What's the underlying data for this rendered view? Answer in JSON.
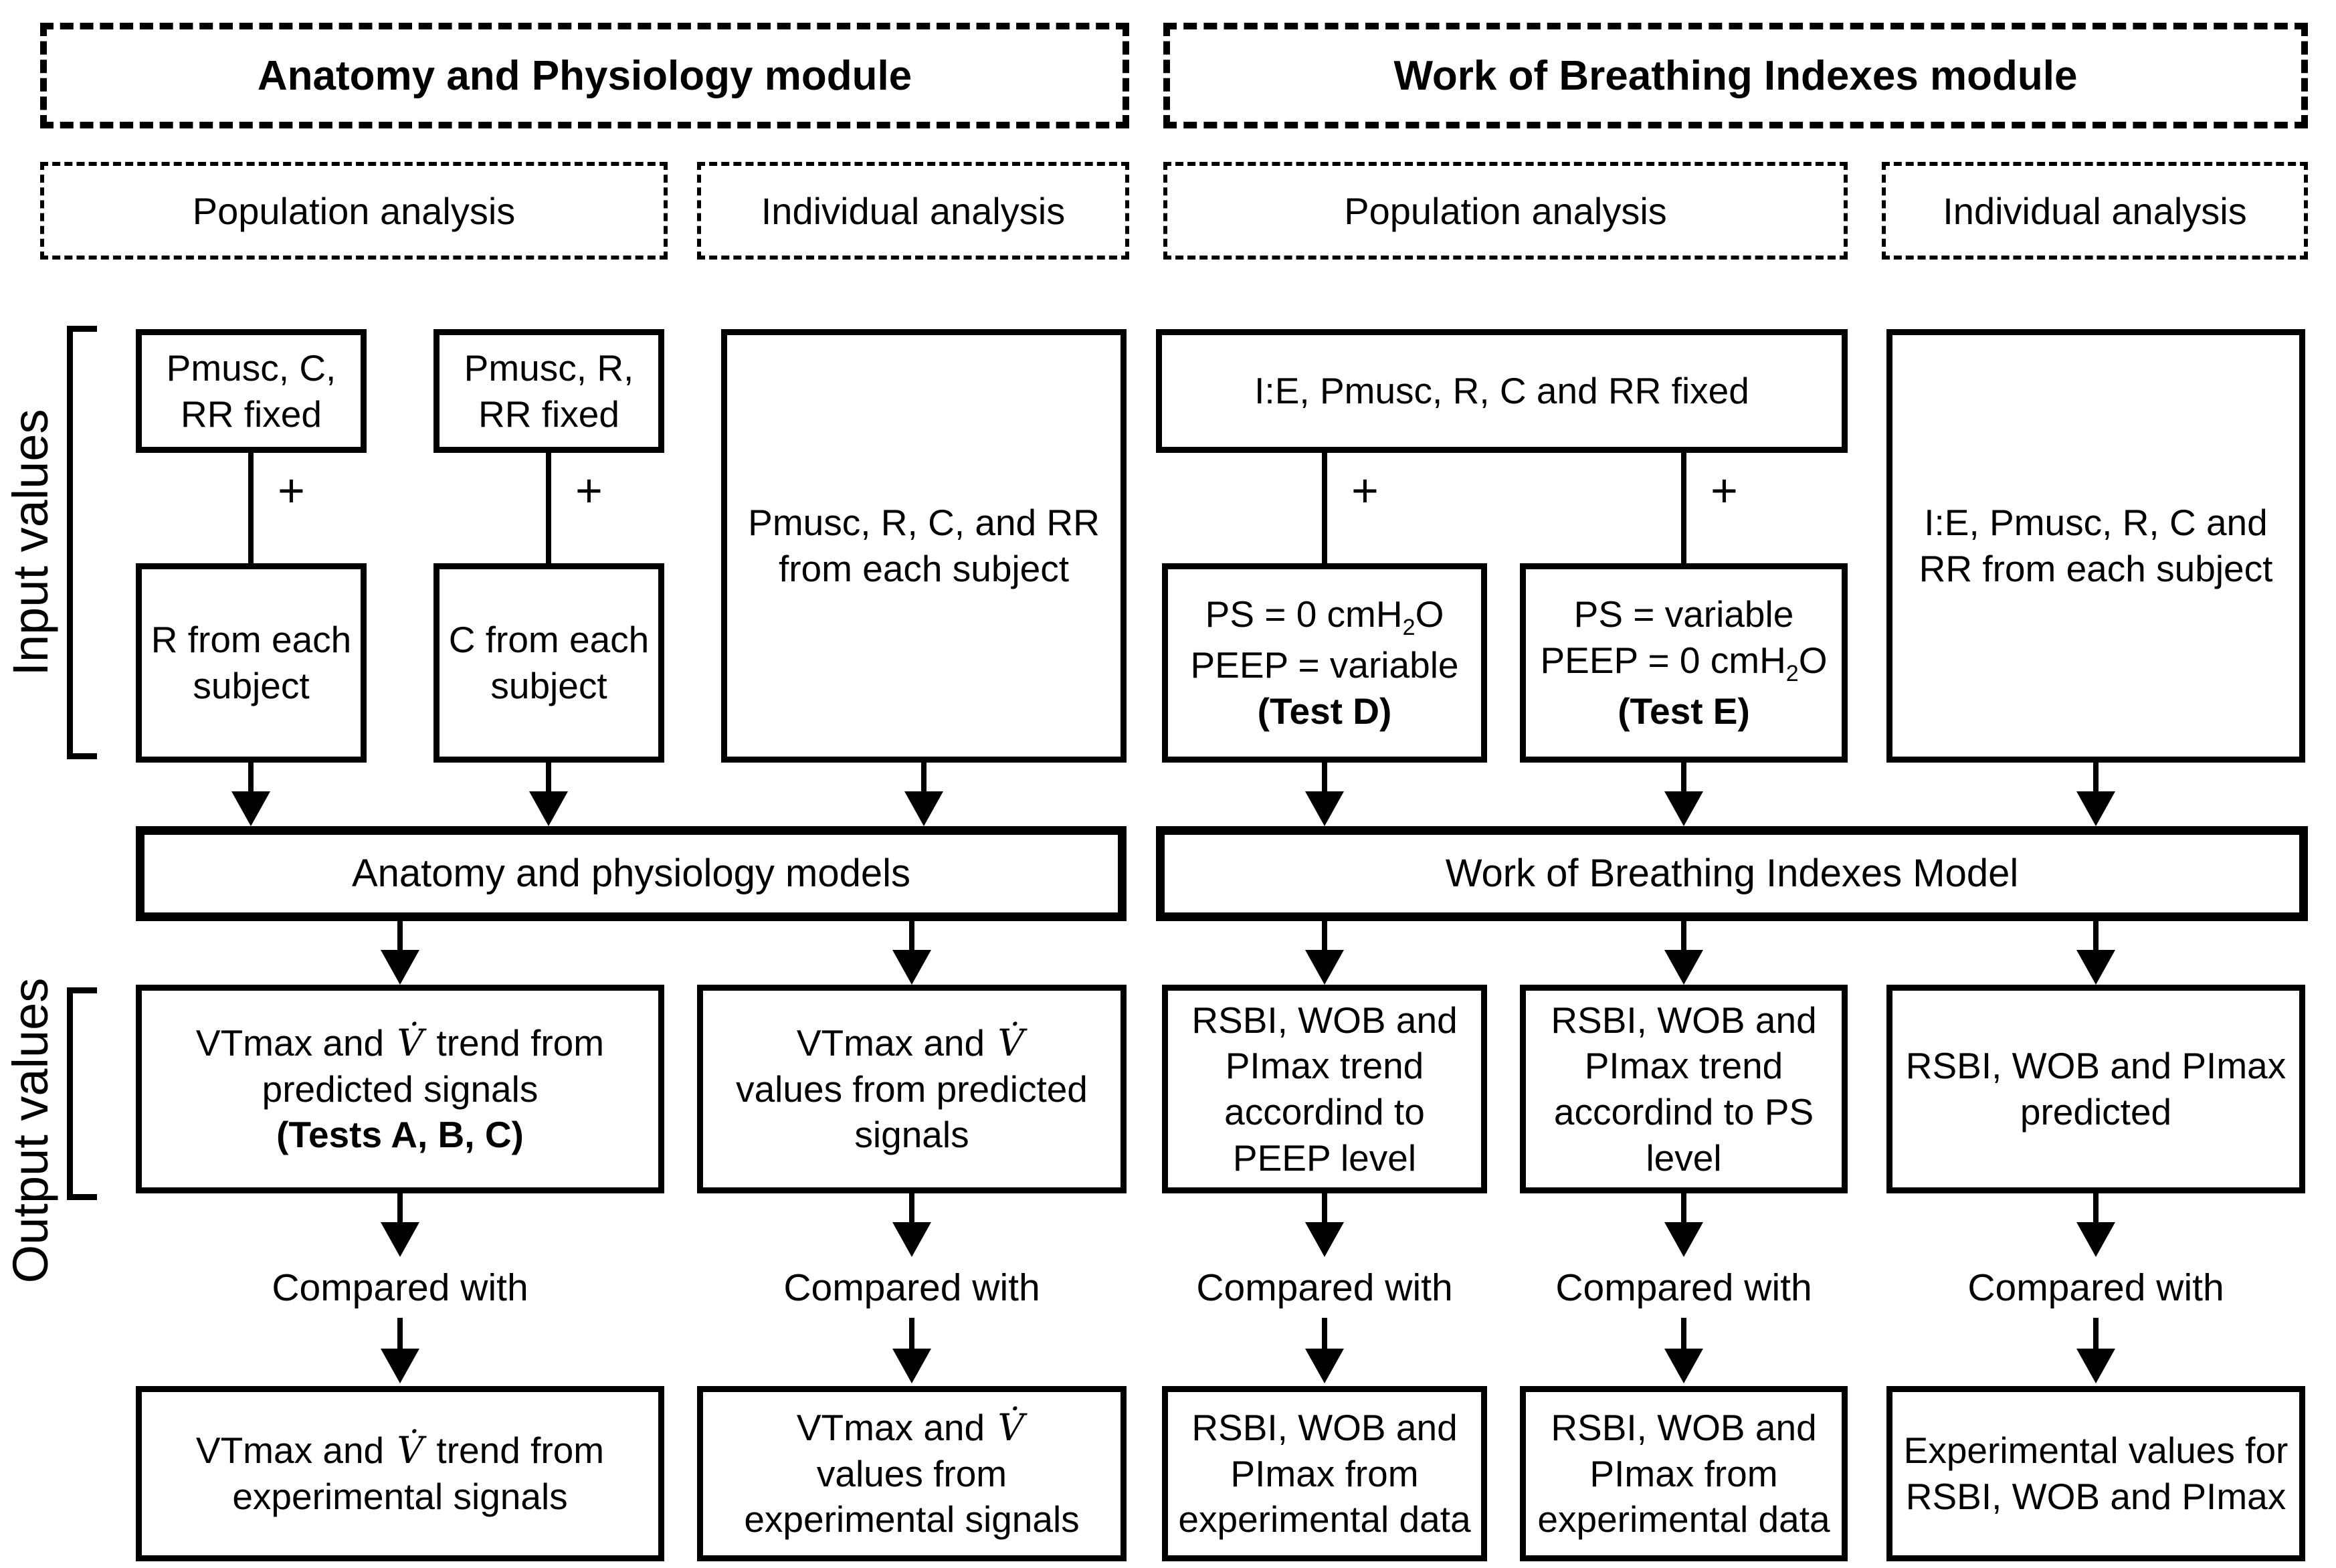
{
  "modules": {
    "ap": "Anatomy and Physiology module",
    "wob": "Work of Breathing Indexes module"
  },
  "headers": {
    "ap_pop": "Population analysis",
    "ap_ind": "Individual analysis",
    "wob_pop": "Population analysis",
    "wob_ind": "Individual analysis"
  },
  "side": {
    "input": "Input values",
    "output": "Output values"
  },
  "plus": "+",
  "compared": "Compared with",
  "input": {
    "ap_pop1_fixed": {
      "l1": "Pmusc, C,",
      "l2": "RR fixed"
    },
    "ap_pop1_subject": {
      "l1": "R from each",
      "l2": "subject"
    },
    "ap_pop2_fixed": {
      "l1": "Pmusc, R,",
      "l2": "RR fixed"
    },
    "ap_pop2_subject": {
      "l1": "C from each",
      "l2": "subject"
    },
    "ap_ind": {
      "l1": "Pmusc, R, C, and RR",
      "l2": "from each subject"
    },
    "wob_fixed": "I:E, Pmusc, R, C and RR fixed",
    "test_d": {
      "l1a": "PS = 0 cmH",
      "l1sub": "2",
      "l1b": "O",
      "l2": "PEEP = variable",
      "l3": "(Test D)"
    },
    "test_e": {
      "l1": "PS = variable",
      "l2a": "PEEP = 0 cmH",
      "l2sub": "2",
      "l2b": "O",
      "l3": "(Test E)"
    },
    "wob_ind": {
      "l1": "I:E, Pmusc, R, C and",
      "l2": "RR from each subject"
    }
  },
  "models": {
    "ap": "Anatomy and physiology models",
    "wob": "Work of Breathing Indexes Model"
  },
  "output": {
    "o1": {
      "l1a": "VTmax and ",
      "l1flow": "V̇",
      "l1b": " trend from",
      "l2": "predicted signals",
      "l3": "(Tests A, B, C)"
    },
    "o2": {
      "l1a": "VTmax and ",
      "l1flow": "V̇",
      "l2": "values from predicted",
      "l3": "signals"
    },
    "o3": {
      "l1": "RSBI, WOB and",
      "l2": "PImax trend",
      "l3": "accordind to",
      "l4": "PEEP level"
    },
    "o4": {
      "l1": "RSBI, WOB and",
      "l2": "PImax trend",
      "l3": "accordind to PS",
      "l4": "level"
    },
    "o5": {
      "l1": "RSBI, WOB and PImax",
      "l2": "predicted"
    }
  },
  "experimental": {
    "t1": {
      "l1a": "VTmax and ",
      "l1flow": "V̇",
      "l1b": " trend from",
      "l2": "experimental signals"
    },
    "t2": {
      "l1a": "VTmax and ",
      "l1flow": "V̇",
      "l2": "values from",
      "l3": "experimental signals"
    },
    "t3": {
      "l1": "RSBI, WOB and",
      "l2": "PImax from",
      "l3": "experimental data"
    },
    "t4": {
      "l1": "RSBI, WOB and",
      "l2": "PImax from",
      "l3": "experimental data"
    },
    "t5": {
      "l1": "Experimental values for",
      "l2": "RSBI, WOB and PImax"
    }
  }
}
